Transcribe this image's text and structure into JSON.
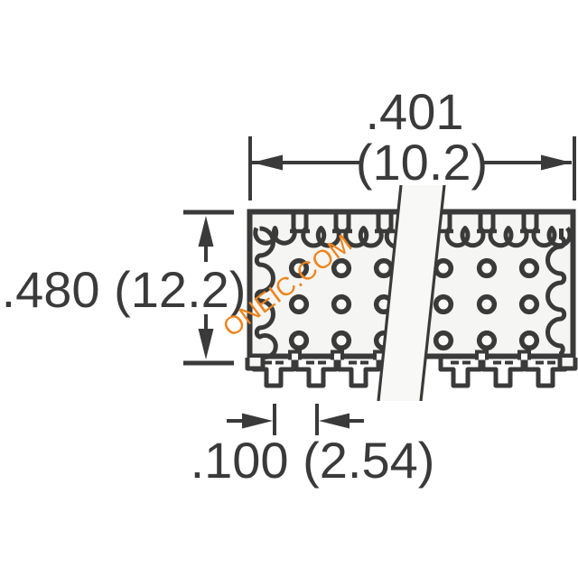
{
  "dimensions": {
    "width_inches": ".401",
    "width_mm": "(10.2)",
    "height_label": ".480 (12.2)",
    "pitch_label": ".100 (2.54)"
  },
  "watermark": {
    "text": "ONEIC.COM",
    "color": "#ee841b"
  },
  "colors": {
    "line": "#3a3a3a",
    "body_fill": "#f5f5f3",
    "band_fill": "#f8f8f6",
    "hole_fill": "#fbfbfa",
    "background": "#ffffff"
  }
}
